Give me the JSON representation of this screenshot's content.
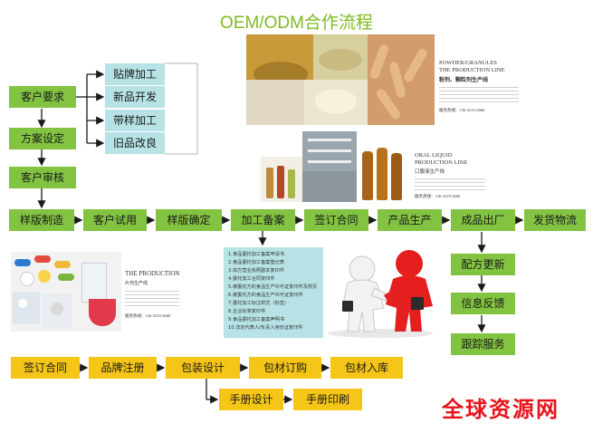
{
  "title": "OEM/ODM合作流程",
  "left_column": {
    "requirement": "客户要求",
    "plan": "方案设定",
    "review": "客户审核"
  },
  "branches": [
    "贴牌加工",
    "新品开发",
    "带样加工",
    "旧品改良"
  ],
  "main_row": [
    "样版制造",
    "客户试用",
    "样版确定",
    "加工备案",
    "签订合同",
    "产品生产",
    "成品出厂",
    "发货物流"
  ],
  "right_column": [
    "配方更新",
    "信息反馈",
    "跟踪服务"
  ],
  "filing_documents": [
    "1.食品委托加工备案申请书",
    "2.食品委托加工备案登记表",
    "3.双方营业执照副本复印件",
    "4.委托加工合同复印件",
    "5.被委托方的食品生产许可证复印件及附页",
    "6.被委托方的食品生产许可证复印件",
    "7.委托加工标注样式（标签）",
    "8.企业标准复印件",
    "9.食品委托加工备案声明书",
    "10.法定代表人/负责人身份证复印件"
  ],
  "bottom_row": [
    "签订合同",
    "品牌注册",
    "包装设计",
    "包材订购",
    "包材入库"
  ],
  "bottom_sub": [
    "手册设计",
    "手册印刷"
  ],
  "photo_powder": {
    "heading_line1": "POWDER/GRANULES",
    "heading_line2": "THE PRODUCTION LINE",
    "heading_cn": "粉剂、颗粒剂生产线",
    "service": "服务热线：136-3219-2660"
  },
  "photo_liquid": {
    "heading_line1": "ORAL LIQUID",
    "heading_line2": "PRODUCTION LINE",
    "heading_cn": "口服液生产线",
    "service": "服务热线：136-3219-2660"
  },
  "photo_tablet": {
    "heading_line1": "THE PRODUCTION",
    "heading_cn": "片剂生产线",
    "service": "服务热线：136-3219-2660"
  },
  "watermark": "全球资源网",
  "colors": {
    "green": "#82c341",
    "teal": "#b7e3e7",
    "orange": "#f5c518",
    "arrow": "#1a1a1a",
    "watermark": "#e8141c"
  }
}
